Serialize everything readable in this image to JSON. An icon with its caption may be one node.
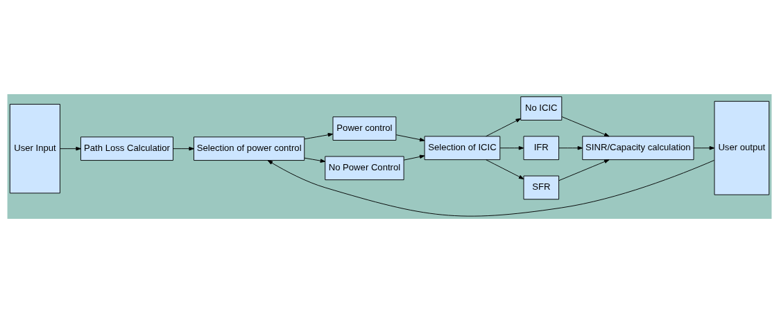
{
  "diagram": {
    "nodes": [
      {
        "text": [
          "User Input"
        ]
      },
      {
        "text": [
          "Path Loss Calculatior"
        ]
      },
      {
        "text": [
          "Selection of power control"
        ]
      },
      {
        "text": [
          "Power control"
        ]
      },
      {
        "text": [
          "No Power Control"
        ]
      },
      {
        "text": [
          "Selection of ICIC"
        ]
      },
      {
        "text": [
          "No ICIC"
        ]
      },
      {
        "text": [
          "IFR"
        ]
      },
      {
        "text": [
          "SFR"
        ]
      },
      {
        "text": [
          "SINR/Capacity calculation"
        ]
      },
      {
        "text": [
          "User output"
        ]
      }
    ],
    "edges": [
      {
        "from": 0,
        "to": 1,
        "arrow": "to"
      },
      {
        "from": 1,
        "to": 2,
        "arrow": "to"
      },
      {
        "from": 2,
        "to": 3,
        "arrow": "to"
      },
      {
        "from": 2,
        "to": 4,
        "arrow": "to"
      },
      {
        "from": 3,
        "to": 5,
        "arrow": "to"
      },
      {
        "from": 4,
        "to": 5,
        "arrow": "to"
      },
      {
        "from": 5,
        "to": 6,
        "arrow": "to"
      },
      {
        "from": 5,
        "to": 7,
        "arrow": "to"
      },
      {
        "from": 5,
        "to": 8,
        "arrow": "to"
      },
      {
        "from": 6,
        "to": 9,
        "arrow": "to"
      },
      {
        "from": 7,
        "to": 9,
        "arrow": "to"
      },
      {
        "from": 8,
        "to": 9,
        "arrow": "to"
      },
      {
        "from": 9,
        "to": 10,
        "arrow": "to"
      },
      {
        "from": 10,
        "to": 2,
        "arrow": "to"
      }
    ]
  }
}
